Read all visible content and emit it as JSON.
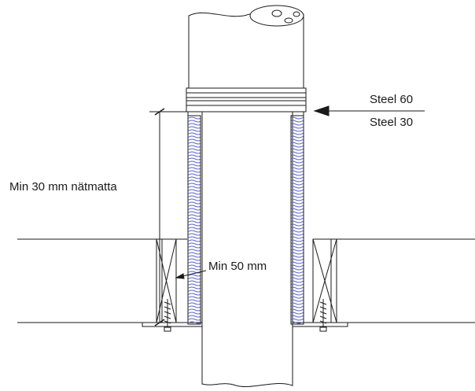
{
  "labels": {
    "steel_60": "Steel 60",
    "steel_30": "Steel 30",
    "min_30": "Min 30 mm nätmatta",
    "min_50": "Min 50 mm"
  },
  "colors": {
    "line": "#1a1a1a",
    "insulation": "#5a63c8"
  }
}
